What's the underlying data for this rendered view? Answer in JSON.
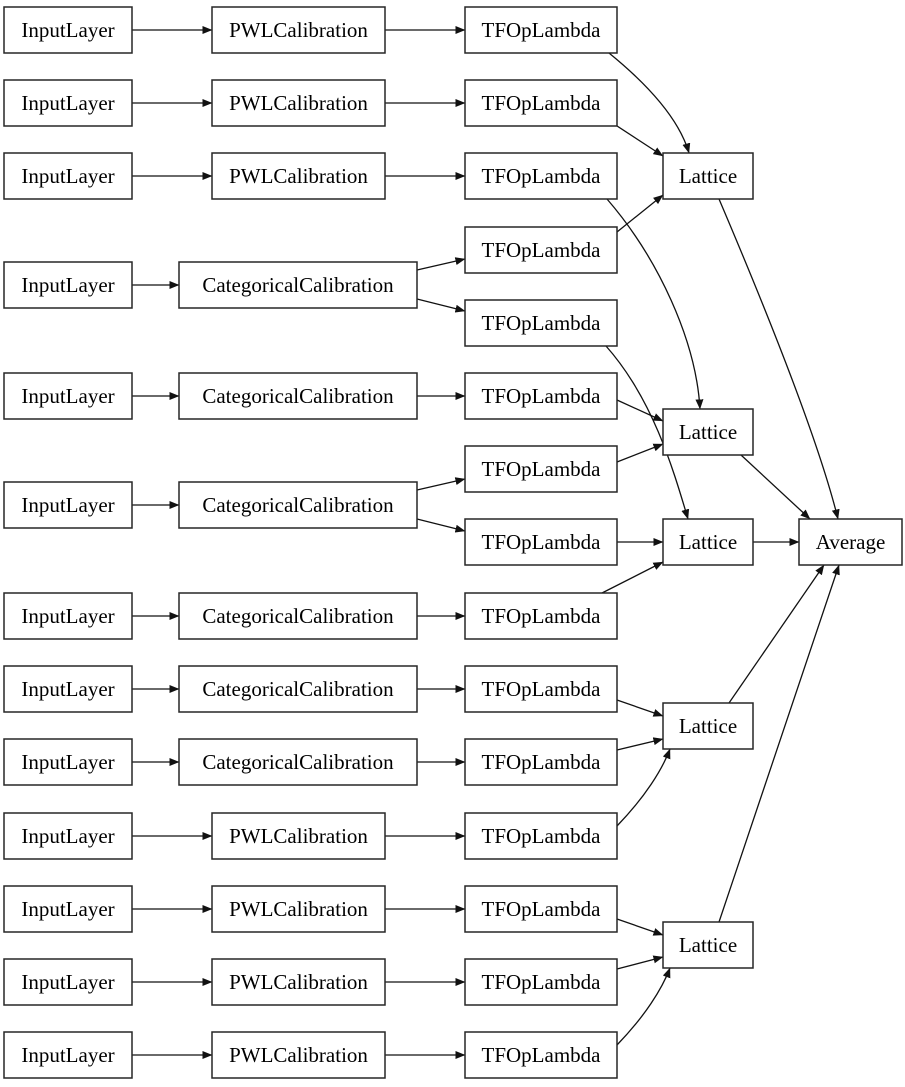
{
  "diagram": {
    "type": "model-architecture-graph",
    "description": "Keras lattice ensemble model plot",
    "colors": {
      "background": "#ffffff",
      "node_fill": "#ffffff",
      "node_border": "#262626",
      "edge": "#111111",
      "text": "#000000"
    },
    "node_type_labels": {
      "input": "InputLayer",
      "pwl": "PWLCalibration",
      "categorical": "CategoricalCalibration",
      "lambda": "TFOpLambda",
      "lattice": "Lattice",
      "average": "Average"
    }
  },
  "graph": {
    "nodes": [
      {
        "id": "in1",
        "label": "InputLayer"
      },
      {
        "id": "in2",
        "label": "InputLayer"
      },
      {
        "id": "in3",
        "label": "InputLayer"
      },
      {
        "id": "in4",
        "label": "InputLayer"
      },
      {
        "id": "in5",
        "label": "InputLayer"
      },
      {
        "id": "in6",
        "label": "InputLayer"
      },
      {
        "id": "in7",
        "label": "InputLayer"
      },
      {
        "id": "in8",
        "label": "InputLayer"
      },
      {
        "id": "in9",
        "label": "InputLayer"
      },
      {
        "id": "in10",
        "label": "InputLayer"
      },
      {
        "id": "in11",
        "label": "InputLayer"
      },
      {
        "id": "in12",
        "label": "InputLayer"
      },
      {
        "id": "in13",
        "label": "InputLayer"
      },
      {
        "id": "cal1",
        "label": "PWLCalibration"
      },
      {
        "id": "cal2",
        "label": "PWLCalibration"
      },
      {
        "id": "cal3",
        "label": "PWLCalibration"
      },
      {
        "id": "cal4",
        "label": "CategoricalCalibration"
      },
      {
        "id": "cal5",
        "label": "CategoricalCalibration"
      },
      {
        "id": "cal6",
        "label": "CategoricalCalibration"
      },
      {
        "id": "cal7",
        "label": "CategoricalCalibration"
      },
      {
        "id": "cal8",
        "label": "CategoricalCalibration"
      },
      {
        "id": "cal9",
        "label": "CategoricalCalibration"
      },
      {
        "id": "cal10",
        "label": "PWLCalibration"
      },
      {
        "id": "cal11",
        "label": "PWLCalibration"
      },
      {
        "id": "cal12",
        "label": "PWLCalibration"
      },
      {
        "id": "cal13",
        "label": "PWLCalibration"
      },
      {
        "id": "t1",
        "label": "TFOpLambda"
      },
      {
        "id": "t2",
        "label": "TFOpLambda"
      },
      {
        "id": "t3",
        "label": "TFOpLambda"
      },
      {
        "id": "t4",
        "label": "TFOpLambda"
      },
      {
        "id": "t5",
        "label": "TFOpLambda"
      },
      {
        "id": "t6",
        "label": "TFOpLambda"
      },
      {
        "id": "t7",
        "label": "TFOpLambda"
      },
      {
        "id": "t8",
        "label": "TFOpLambda"
      },
      {
        "id": "t9",
        "label": "TFOpLambda"
      },
      {
        "id": "t10",
        "label": "TFOpLambda"
      },
      {
        "id": "t11",
        "label": "TFOpLambda"
      },
      {
        "id": "t12",
        "label": "TFOpLambda"
      },
      {
        "id": "t13",
        "label": "TFOpLambda"
      },
      {
        "id": "t14",
        "label": "TFOpLambda"
      },
      {
        "id": "t15",
        "label": "TFOpLambda"
      },
      {
        "id": "lat1",
        "label": "Lattice"
      },
      {
        "id": "lat2",
        "label": "Lattice"
      },
      {
        "id": "lat3",
        "label": "Lattice"
      },
      {
        "id": "lat4",
        "label": "Lattice"
      },
      {
        "id": "lat5",
        "label": "Lattice"
      },
      {
        "id": "avg",
        "label": "Average"
      }
    ],
    "edges": [
      {
        "from": "in1",
        "to": "cal1"
      },
      {
        "from": "in2",
        "to": "cal2"
      },
      {
        "from": "in3",
        "to": "cal3"
      },
      {
        "from": "in4",
        "to": "cal4"
      },
      {
        "from": "in5",
        "to": "cal5"
      },
      {
        "from": "in6",
        "to": "cal6"
      },
      {
        "from": "in7",
        "to": "cal7"
      },
      {
        "from": "in8",
        "to": "cal8"
      },
      {
        "from": "in9",
        "to": "cal9"
      },
      {
        "from": "in10",
        "to": "cal10"
      },
      {
        "from": "in11",
        "to": "cal11"
      },
      {
        "from": "in12",
        "to": "cal12"
      },
      {
        "from": "in13",
        "to": "cal13"
      },
      {
        "from": "cal1",
        "to": "t1"
      },
      {
        "from": "cal2",
        "to": "t2"
      },
      {
        "from": "cal3",
        "to": "t3"
      },
      {
        "from": "cal4",
        "to": "t4"
      },
      {
        "from": "cal4",
        "to": "t5"
      },
      {
        "from": "cal5",
        "to": "t6"
      },
      {
        "from": "cal6",
        "to": "t7"
      },
      {
        "from": "cal6",
        "to": "t8"
      },
      {
        "from": "cal7",
        "to": "t9"
      },
      {
        "from": "cal8",
        "to": "t10"
      },
      {
        "from": "cal9",
        "to": "t11"
      },
      {
        "from": "cal10",
        "to": "t12"
      },
      {
        "from": "cal11",
        "to": "t13"
      },
      {
        "from": "cal12",
        "to": "t14"
      },
      {
        "from": "cal13",
        "to": "t15"
      },
      {
        "from": "t1",
        "to": "lat1"
      },
      {
        "from": "t2",
        "to": "lat1"
      },
      {
        "from": "t4",
        "to": "lat1"
      },
      {
        "from": "t3",
        "to": "lat2"
      },
      {
        "from": "t6",
        "to": "lat2"
      },
      {
        "from": "t7",
        "to": "lat2"
      },
      {
        "from": "t5",
        "to": "lat3"
      },
      {
        "from": "t8",
        "to": "lat3"
      },
      {
        "from": "t9",
        "to": "lat3"
      },
      {
        "from": "t10",
        "to": "lat4"
      },
      {
        "from": "t11",
        "to": "lat4"
      },
      {
        "from": "t12",
        "to": "lat4"
      },
      {
        "from": "t13",
        "to": "lat5"
      },
      {
        "from": "t14",
        "to": "lat5"
      },
      {
        "from": "t15",
        "to": "lat5"
      },
      {
        "from": "lat1",
        "to": "avg"
      },
      {
        "from": "lat2",
        "to": "avg"
      },
      {
        "from": "lat3",
        "to": "avg"
      },
      {
        "from": "lat4",
        "to": "avg"
      },
      {
        "from": "lat5",
        "to": "avg"
      }
    ]
  }
}
